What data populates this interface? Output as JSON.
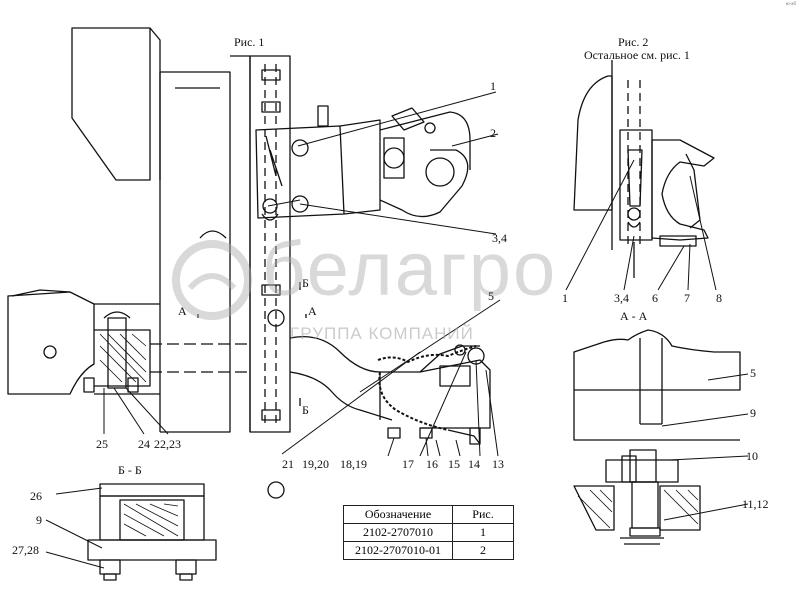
{
  "views": {
    "fig1": "Рис. 1",
    "fig2": "Рис. 2",
    "fig2_note": "Остальное см. рис. 1",
    "section_aa": "А - А",
    "section_bb": "Б - Б",
    "cut_a_left": "А",
    "cut_a_right": "А",
    "cut_b_top": "Б",
    "cut_b_bottom": "Б"
  },
  "callouts": {
    "fig1": [
      "1",
      "2",
      "3,4",
      "5",
      "21",
      "19,20",
      "18,19",
      "17",
      "16",
      "15",
      "14",
      "13",
      "25",
      "24",
      "22,23"
    ],
    "fig2": [
      "1",
      "3,4",
      "6",
      "7",
      "8"
    ],
    "section_aa": [
      "5",
      "9",
      "10",
      "11,12"
    ],
    "section_bb": [
      "26",
      "9",
      "27,28"
    ]
  },
  "spec_table": {
    "headers": [
      "Обозначение",
      "Рис."
    ],
    "rows": [
      [
        "2102-2707010",
        "1"
      ],
      [
        "2102-2707010-01",
        "2"
      ]
    ]
  },
  "watermark": {
    "brand": "белагро",
    "tagline": "ГРУППА КОМПАНИЙ"
  },
  "corner_mark": "ю-аб"
}
